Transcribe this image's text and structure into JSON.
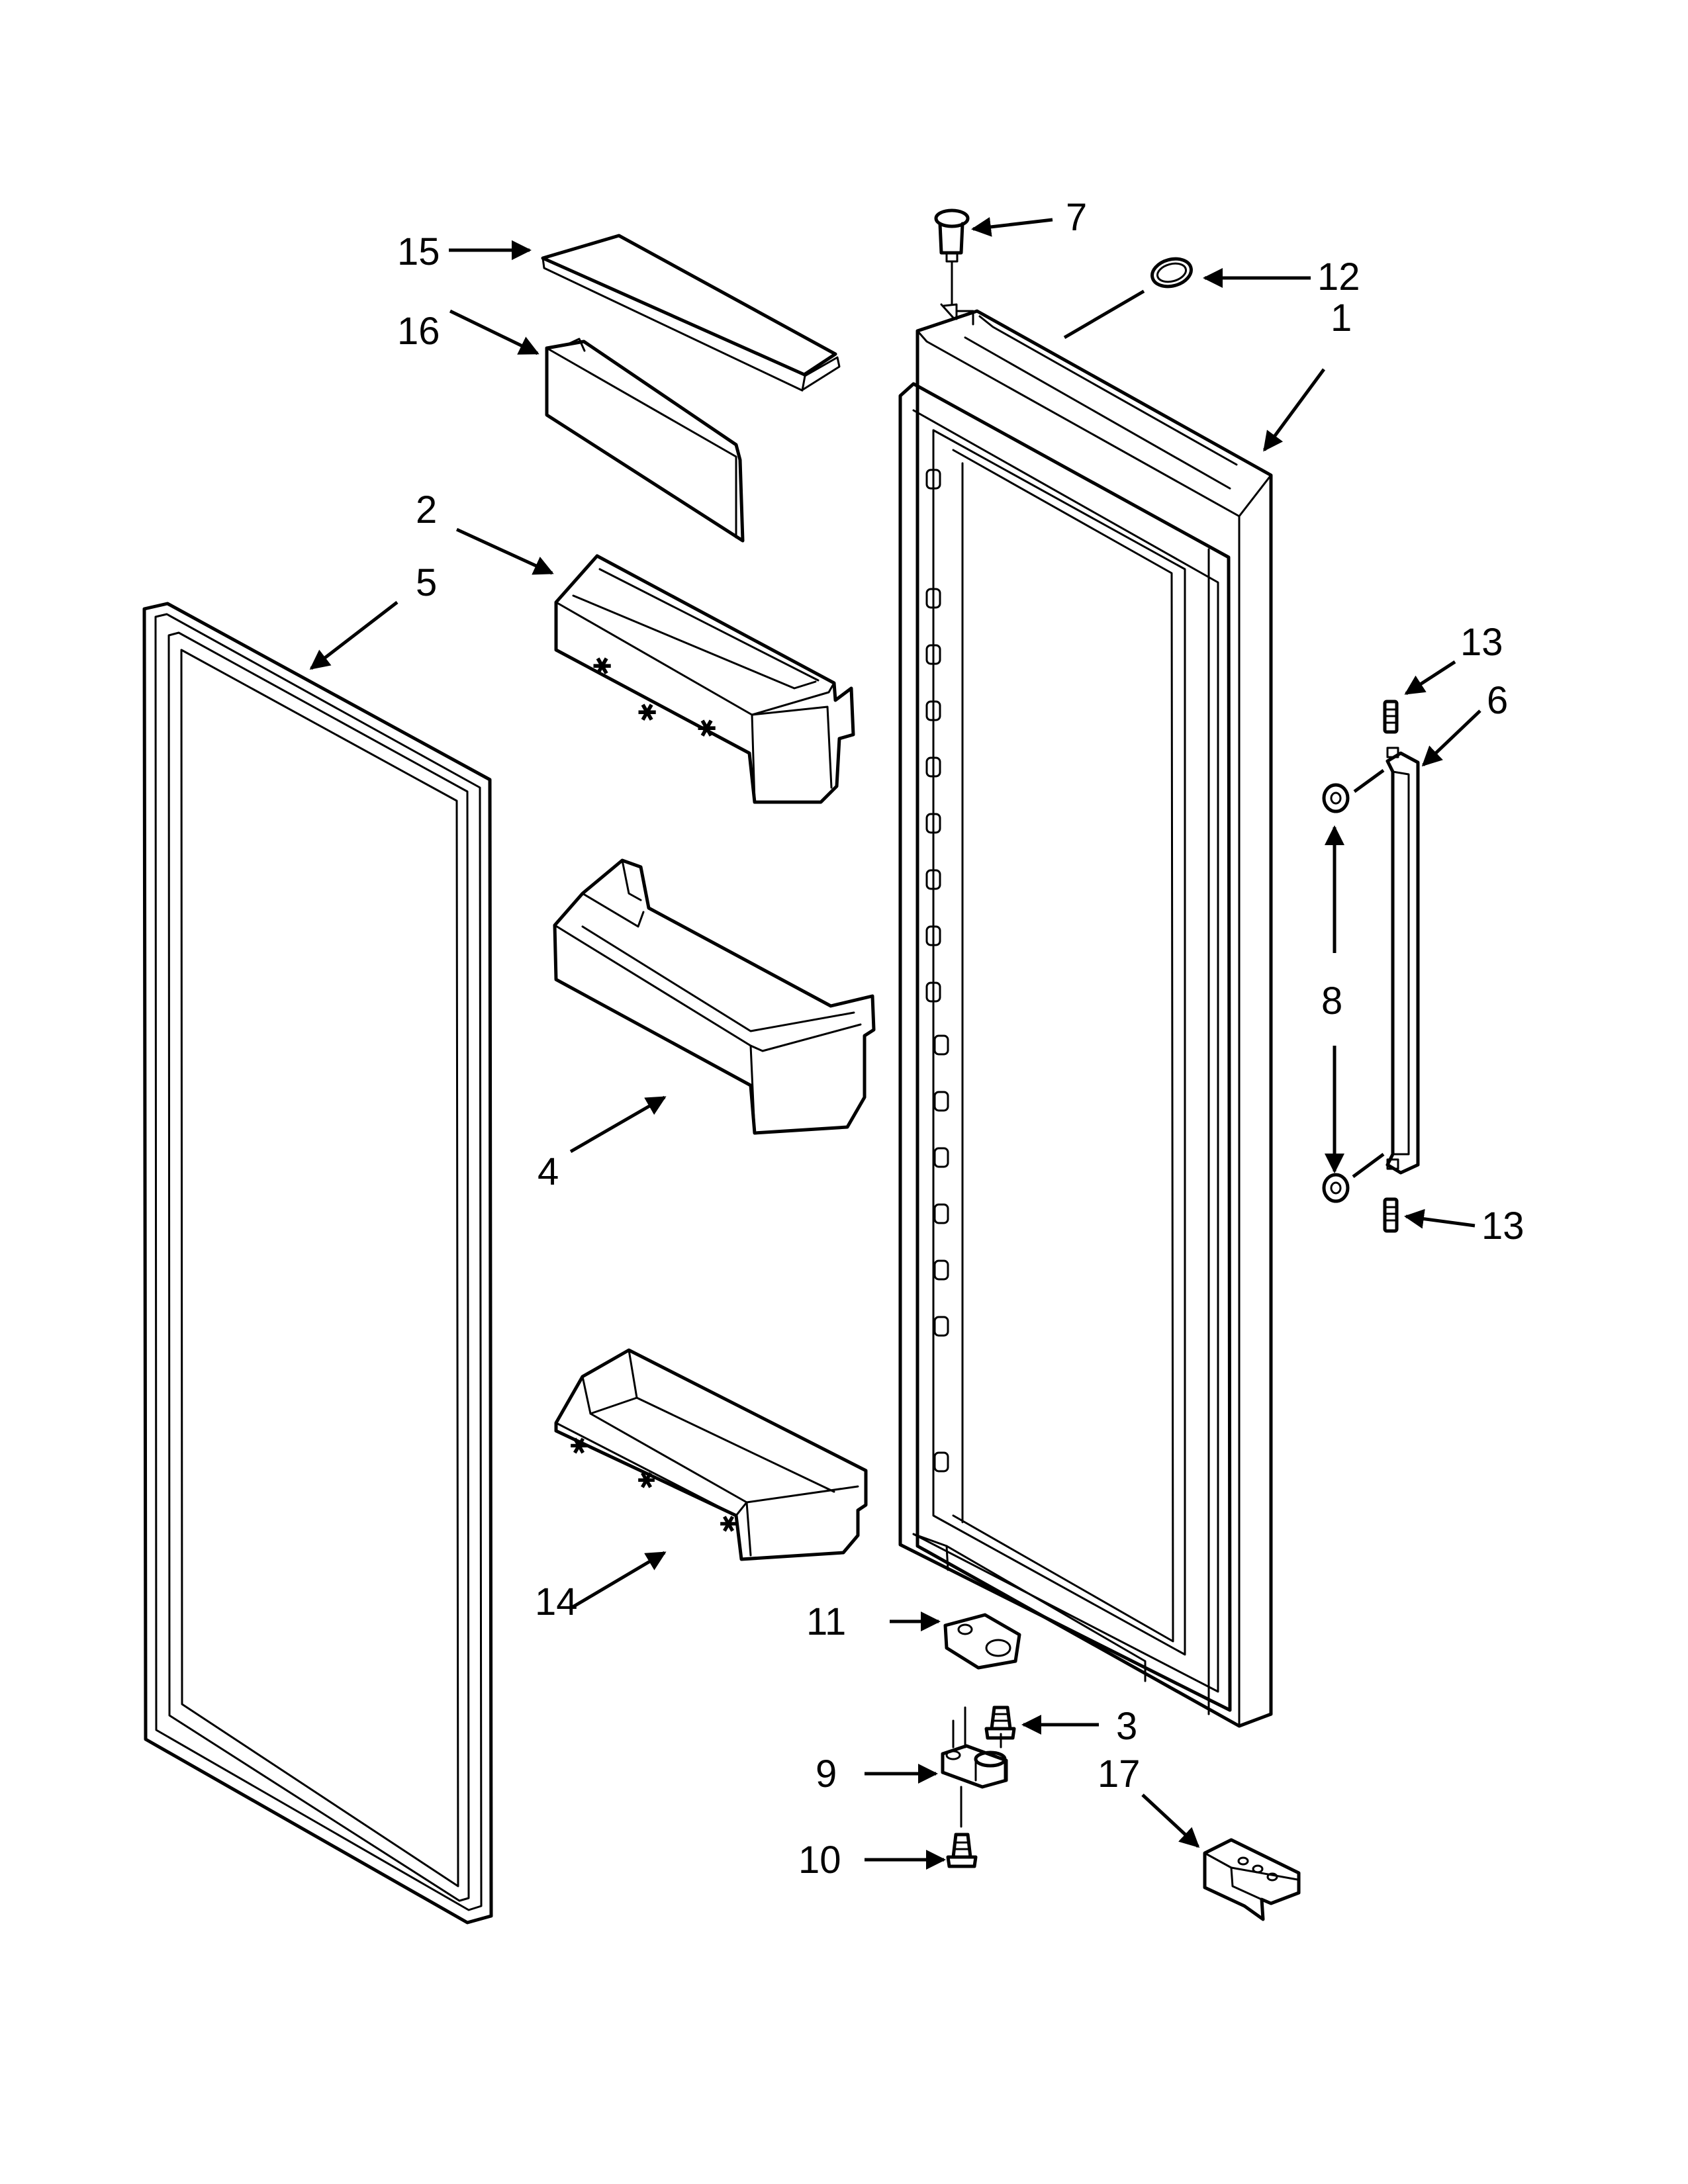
{
  "callouts": {
    "c1": "1",
    "c2": "2",
    "c3": "3",
    "c4": "4",
    "c5": "5",
    "c6": "6",
    "c7": "7",
    "c8": "8",
    "c9": "9",
    "c10": "10",
    "c11": "11",
    "c12": "12",
    "c13a": "13",
    "c13b": "13",
    "c14": "14",
    "c15": "15",
    "c16": "16",
    "c17": "17"
  },
  "colors": {
    "line": "#000000",
    "background": "#ffffff"
  }
}
